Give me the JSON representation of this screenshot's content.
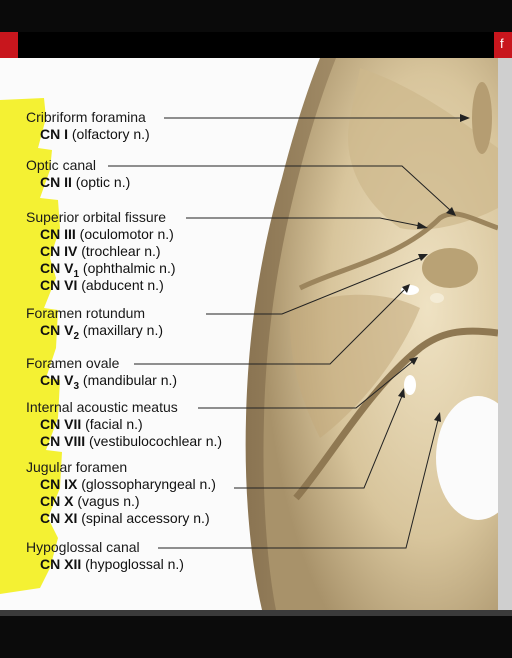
{
  "brand": {
    "red": "#c8161d",
    "highlight": "#f3f022",
    "bone": "#d9c79f"
  },
  "header_fragment": "f",
  "labels": [
    {
      "name": "Cribriform foramina",
      "nerves": [
        {
          "cn": "CN I",
          "desc": "(olfactory n.)"
        }
      ]
    },
    {
      "name": "Optic canal",
      "nerves": [
        {
          "cn": "CN  II",
          "desc": "(optic n.)"
        }
      ]
    },
    {
      "name": "Superior orbital fissure",
      "nerves": [
        {
          "cn": "CN III",
          "desc": "(oculomotor n.)"
        },
        {
          "cn": "CN IV",
          "desc": "(trochlear n.)"
        },
        {
          "cn": "CN V",
          "sub": "1",
          "desc": "(ophthalmic n.)"
        },
        {
          "cn": "CN VI",
          "desc": "(abducent n.)"
        }
      ]
    },
    {
      "name": "Foramen rotundum",
      "nerves": [
        {
          "cn": "CN V",
          "sub": "2",
          "desc": "(maxillary n.)"
        }
      ]
    },
    {
      "name": "Foramen ovale",
      "nerves": [
        {
          "cn": "CN V",
          "sub": "3",
          "desc": "(mandibular n.)"
        }
      ]
    },
    {
      "name": "Internal acoustic meatus",
      "nerves": [
        {
          "cn": "CN VII",
          "desc": "(facial n.)"
        },
        {
          "cn": "CN VIII",
          "desc": "(vestibulocochlear n.)"
        }
      ]
    },
    {
      "name": "Jugular foramen",
      "nerves": [
        {
          "cn": "CN IX",
          "desc": "(glossopharyngeal n.)"
        },
        {
          "cn": "CN X",
          "desc": "(vagus n.)"
        },
        {
          "cn": "CN XI",
          "desc": "(spinal accessory n.)"
        }
      ]
    },
    {
      "name": "Hypoglossal canal",
      "nerves": [
        {
          "cn": "CN XII",
          "desc": "(hypoglossal n.)"
        }
      ]
    }
  ]
}
